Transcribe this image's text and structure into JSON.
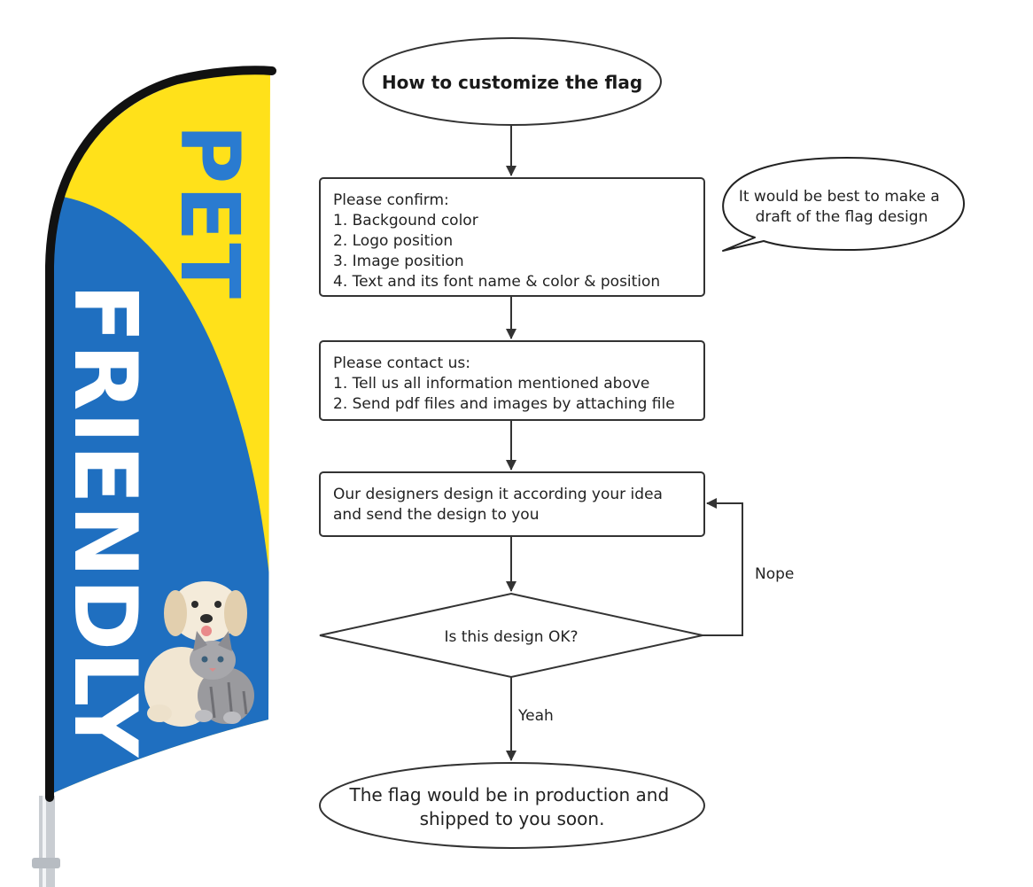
{
  "flag": {
    "word1": "PET",
    "word2": "FRIENDLY",
    "colors": {
      "yellow": "#FFE11A",
      "blue": "#1F6FC0",
      "pole": "#111111",
      "word1": "#2A7BD0",
      "word2": "#FFFFFF"
    },
    "image": "dog-and-kitten-illustration"
  },
  "flowchart": {
    "start": "How to customize the flag",
    "step1": {
      "lines": [
        "Please confirm:",
        "1. Backgound color",
        "2. Logo position",
        "3. Image position",
        "4. Text and its font name & color & position"
      ]
    },
    "callout": {
      "lines": [
        "It would be best to make a",
        "draft of the flag design"
      ]
    },
    "step2": {
      "lines": [
        "Please contact us:",
        "1. Tell us all information mentioned above",
        "2. Send pdf files and images by attaching file"
      ]
    },
    "step3": {
      "lines": [
        "Our designers design it according your idea",
        "and send the design to you"
      ]
    },
    "decision": "Is this design OK?",
    "no_label": "Nope",
    "yes_label": "Yeah",
    "end": {
      "lines": [
        "The flag would be in production and",
        "shipped to you soon."
      ]
    }
  }
}
